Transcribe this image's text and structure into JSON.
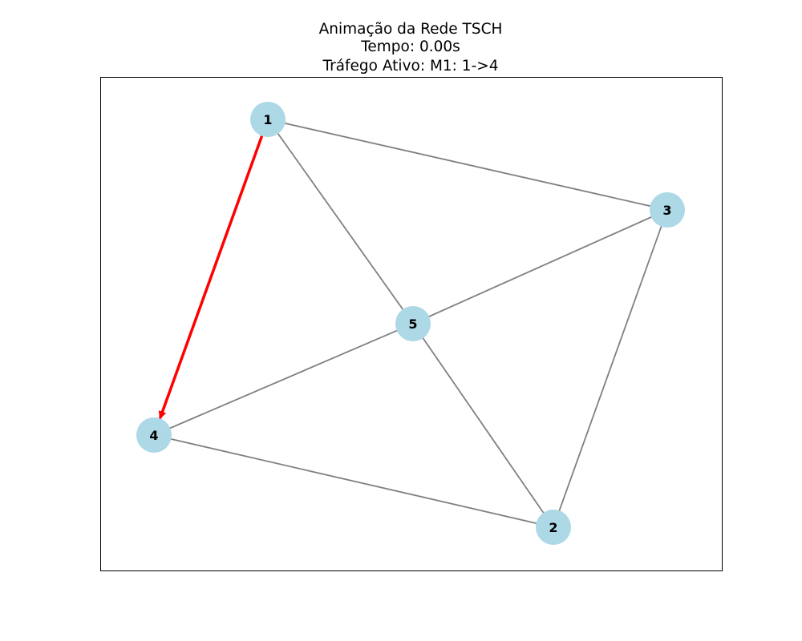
{
  "title": {
    "line1": "Animação da Rede TSCH",
    "line2": "Tempo: 0.00s",
    "line3": "Tráfego Ativo: M1: 1->4"
  },
  "colors": {
    "node_fill": "#add8e6",
    "edge": "#808080",
    "active_flow": "#ff0000",
    "frame": "#000000"
  },
  "nodes": [
    {
      "id": "1",
      "label": "1"
    },
    {
      "id": "2",
      "label": "2"
    },
    {
      "id": "3",
      "label": "3"
    },
    {
      "id": "4",
      "label": "4"
    },
    {
      "id": "5",
      "label": "5"
    }
  ],
  "edges": [
    {
      "source": "1",
      "target": "3"
    },
    {
      "source": "1",
      "target": "5"
    },
    {
      "source": "3",
      "target": "5"
    },
    {
      "source": "3",
      "target": "2"
    },
    {
      "source": "5",
      "target": "4"
    },
    {
      "source": "5",
      "target": "2"
    },
    {
      "source": "4",
      "target": "2"
    }
  ],
  "active_traffic": [
    {
      "id": "M1",
      "source": "1",
      "target": "4"
    }
  ]
}
